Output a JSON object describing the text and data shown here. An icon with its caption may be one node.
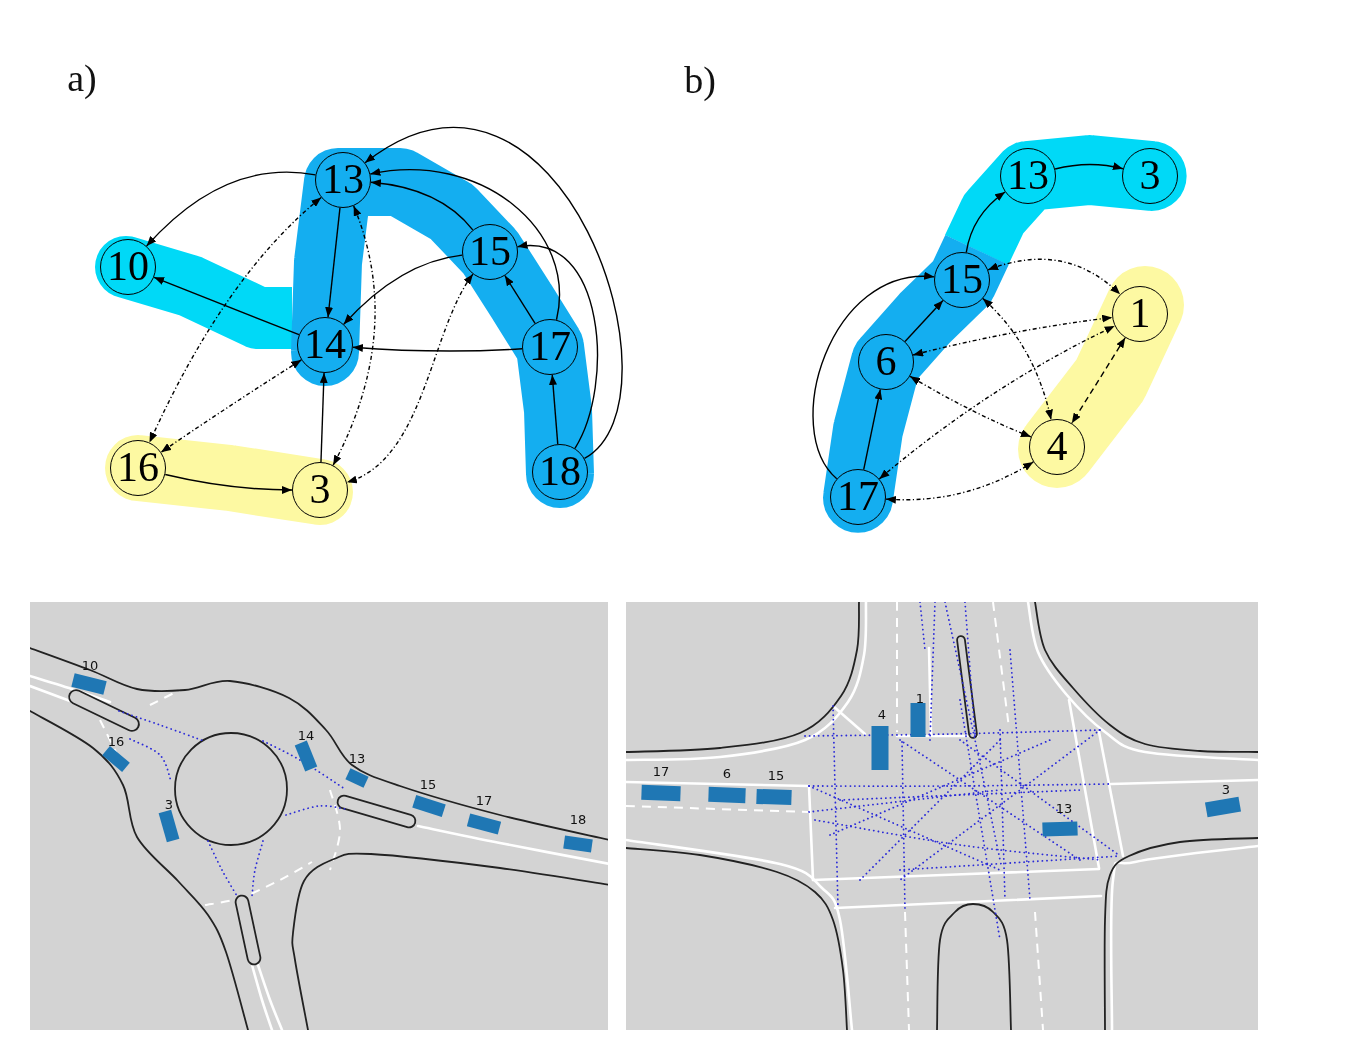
{
  "diagram": {
    "nodes": [
      {
        "text": [],
        "shape": "band"
      },
      {
        "text": [
          "13"
        ],
        "in": 0
      },
      {
        "text": [],
        "shape": "band"
      },
      {
        "text": [
          "10"
        ],
        "in": 2
      },
      {
        "text": [
          "15"
        ],
        "in": 0
      },
      {
        "text": [
          "14"
        ],
        "in": 0
      },
      {
        "text": [
          "17"
        ],
        "in": 0
      },
      {
        "text": [],
        "shape": "band"
      },
      {
        "text": [
          "16"
        ],
        "in": 7
      },
      {
        "text": [
          "3"
        ],
        "in": 7
      },
      {
        "text": [
          "18"
        ],
        "in": 0
      },
      {
        "text": [],
        "shape": "band"
      },
      {
        "text": [
          "13"
        ],
        "in": 11
      },
      {
        "text": [
          "3"
        ],
        "in": 11
      },
      {
        "text": [],
        "shape": "band"
      },
      {
        "text": [
          "15"
        ],
        "in": 14
      },
      {
        "text": [],
        "shape": "band"
      },
      {
        "text": [
          "1"
        ],
        "in": 16
      },
      {
        "text": [
          "6"
        ],
        "in": 14
      },
      {
        "text": [
          "4"
        ],
        "in": 16
      },
      {
        "text": [
          "17"
        ],
        "in": 14
      }
    ],
    "edges": [
      {
        "from": 1,
        "to": 3,
        "arrow": "to"
      },
      {
        "from": 5,
        "to": 3,
        "arrow": "to"
      },
      {
        "from": 1,
        "to": 5,
        "arrow": "to"
      },
      {
        "from": 4,
        "to": 1,
        "arrow": "to"
      },
      {
        "from": 6,
        "to": 1,
        "arrow": "to"
      },
      {
        "from": 10,
        "to": 1,
        "arrow": "to"
      },
      {
        "from": 4,
        "to": 5,
        "arrow": "to"
      },
      {
        "from": 6,
        "to": 5,
        "arrow": "to"
      },
      {
        "from": 6,
        "to": 4,
        "arrow": "to"
      },
      {
        "from": 10,
        "to": 6,
        "arrow": "to"
      },
      {
        "from": 10,
        "to": 4,
        "arrow": "to"
      },
      {
        "from": 9,
        "to": 5,
        "arrow": "to"
      },
      {
        "from": 8,
        "to": 9,
        "arrow": "to"
      },
      {
        "from": 1,
        "to": 8,
        "arrow": "both",
        "style": "dashed"
      },
      {
        "from": 1,
        "to": 9,
        "arrow": "both",
        "style": "dashed"
      },
      {
        "from": 5,
        "to": 8,
        "arrow": "both",
        "style": "dashed"
      },
      {
        "from": 4,
        "to": 9,
        "arrow": "both",
        "style": "dashed"
      },
      {
        "from": 12,
        "to": 13,
        "arrow": "to"
      },
      {
        "from": 15,
        "to": 12,
        "arrow": "to"
      },
      {
        "from": 18,
        "to": 15,
        "arrow": "to"
      },
      {
        "from": 20,
        "to": 18,
        "arrow": "to"
      },
      {
        "from": 20,
        "to": 15,
        "arrow": "to"
      },
      {
        "from": 15,
        "to": 17,
        "arrow": "both",
        "style": "dashed"
      },
      {
        "from": 15,
        "to": 19,
        "arrow": "both",
        "style": "dashed"
      },
      {
        "from": 18,
        "to": 17,
        "arrow": "both",
        "style": "dashed"
      },
      {
        "from": 18,
        "to": 19,
        "arrow": "both",
        "style": "dashed"
      },
      {
        "from": 20,
        "to": 17,
        "arrow": "both",
        "style": "dashed"
      },
      {
        "from": 20,
        "to": 19,
        "arrow": "both",
        "style": "dashed"
      },
      {
        "from": 17,
        "to": 19,
        "arrow": "both",
        "style": "dashed"
      }
    ],
    "labels": [
      "a)",
      "b)",
      "10",
      "14",
      "16",
      "13",
      "15",
      "3",
      "17",
      "18",
      "1",
      "4",
      "17",
      "6",
      "15",
      "3",
      "13"
    ]
  }
}
